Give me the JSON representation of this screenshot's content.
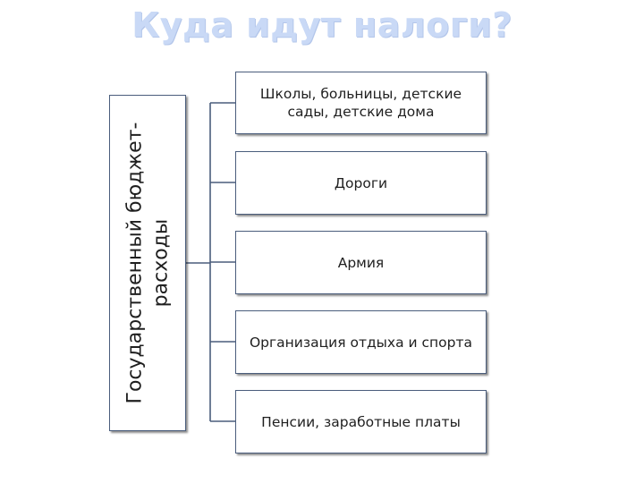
{
  "title": "Куда идут налоги?",
  "root": {
    "line1": "Государственный бюджет-",
    "line2": "расходы"
  },
  "items": [
    {
      "label": "Школы, больницы, детские сады, детские дома"
    },
    {
      "label": "Дороги"
    },
    {
      "label": "Армия"
    },
    {
      "label": "Организация отдыха и спорта"
    },
    {
      "label": "Пенсии, заработные платы"
    }
  ]
}
